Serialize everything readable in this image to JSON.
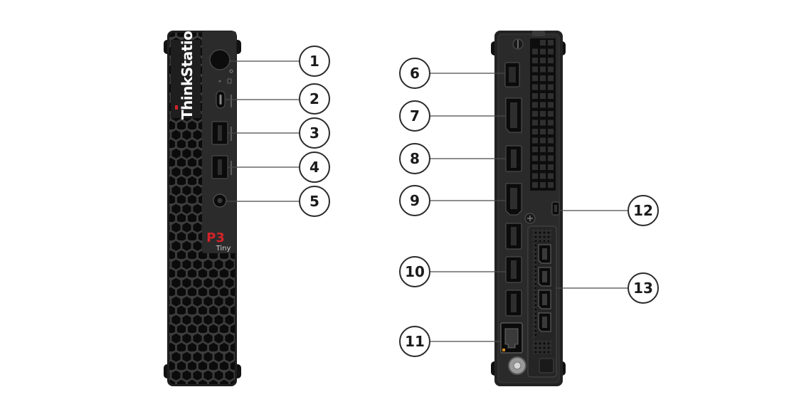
{
  "front": {
    "brand_text": "ThinkStation",
    "model_text": "P3",
    "model_sub_text": "Tiny"
  },
  "callouts": [
    {
      "id": 1,
      "label": "1"
    },
    {
      "id": 2,
      "label": "2"
    },
    {
      "id": 3,
      "label": "3"
    },
    {
      "id": 4,
      "label": "4"
    },
    {
      "id": 5,
      "label": "5"
    },
    {
      "id": 6,
      "label": "6"
    },
    {
      "id": 7,
      "label": "7"
    },
    {
      "id": 8,
      "label": "8"
    },
    {
      "id": 9,
      "label": "9"
    },
    {
      "id": 10,
      "label": "10"
    },
    {
      "id": 11,
      "label": "11"
    },
    {
      "id": 12,
      "label": "12"
    },
    {
      "id": 13,
      "label": "13"
    }
  ],
  "colors": {
    "chassis": "#1e1e1e",
    "panel": "#2b2b2b",
    "port_dark": "#0b0b0b",
    "accent_red": "#d2232a",
    "brand_white": "#ffffff"
  },
  "icons": [
    "power-icon",
    "usb-c-icon",
    "usb-a-icon",
    "audio-jack-icon",
    "displayport-icon",
    "hdmi-icon",
    "ethernet-icon",
    "lock-slot-icon",
    "mini-displayport-icon",
    "antenna-connector-icon"
  ]
}
